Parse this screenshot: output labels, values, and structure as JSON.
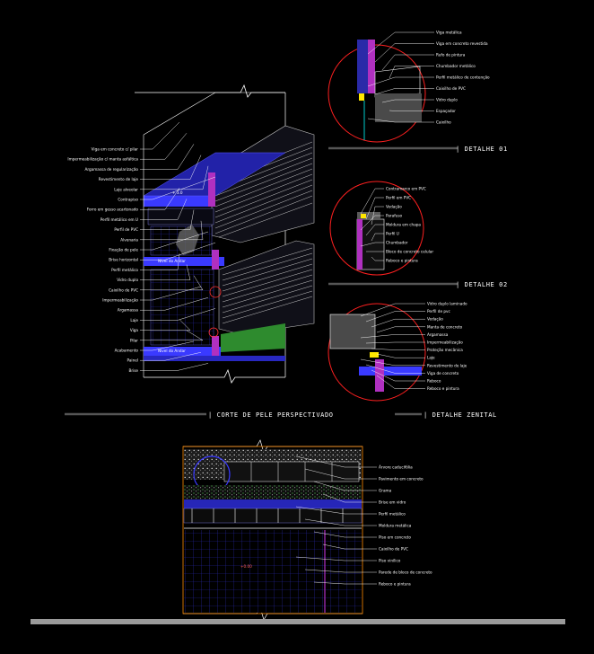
{
  "colors": {
    "background": "#000000",
    "leader": "#ffffff",
    "slab": "#3a3aff",
    "beam": "#b030c0",
    "detail_circle": "#ff2020",
    "cut_line": "#ff3030",
    "green_fill": "#2e8b2e",
    "grid_orange": "#ff8a00",
    "title_bar": "#9a9a9a"
  },
  "titles": {
    "corte": "| CORTE DE PELE PERSPECTIVADO",
    "detalhe_01": "| DETALHE 01",
    "detalhe_02": "| DETALHE 02",
    "detalhe_zenital": "| DETALHE ZENITAL"
  },
  "section": {
    "level_top": "+ 3.0",
    "level_mid": "Nível do Andar",
    "level_low": "Nível do Andar",
    "level_floor": "+0.00"
  },
  "labels_left": [
    "Viga em concreto c/ pilar",
    "Impermeabilização c/ manta asfáltica",
    "Argamassa de regularização",
    "Revestimento de laje",
    "Laje alveolar",
    "Contrapiso",
    "Forro em gesso acartonado",
    "Perfil metálico em U",
    "Perfil de PVC",
    "Alvenaria",
    "Fixação de pele",
    "Brise horizontal",
    "Perfil metálico",
    "Vidro duplo",
    "Caixilho de PVC",
    "Impermeabilização",
    "Argamassa",
    "Laje",
    "Viga",
    "Pilar",
    "Acabamento",
    "Painel",
    "Brise"
  ],
  "labels_d1": [
    "Viga metálica",
    "Viga em concreto revestida",
    "Rufo de pintura",
    "Chumbador metálico",
    "Perfil metálico de contenção",
    "Caixilho de PVC",
    "Vidro duplo",
    "Espaçador",
    "Caixilho"
  ],
  "labels_d2": [
    "Contramarco em PVC",
    "Perfil em PVC",
    "Vedação",
    "Parafuso",
    "Moldura em chapa",
    "Perfil U",
    "Chumbador",
    "Bloco de concreto celular",
    "Reboco e pintura"
  ],
  "labels_d3": [
    "Vidro duplo laminado",
    "Perfil de pvc",
    "Vedação",
    "Manta de concreto",
    "Argamassa",
    "Impermeabilização",
    "Proteção mecânica",
    "Laje",
    "Revestimento de laje",
    "Viga de concreto",
    "Reboco",
    "Reboco e pintura"
  ],
  "labels_z": [
    "Árvore caducifólia",
    "Pavimento em concreto",
    "Grama",
    "Brise em vidro",
    "Perfil metálico",
    "Moldura metálica",
    "Piso em concreto",
    "Caixilho de PVC",
    "Piso vinílico",
    "Parede de bloco de concreto",
    "Reboco e pintura"
  ]
}
